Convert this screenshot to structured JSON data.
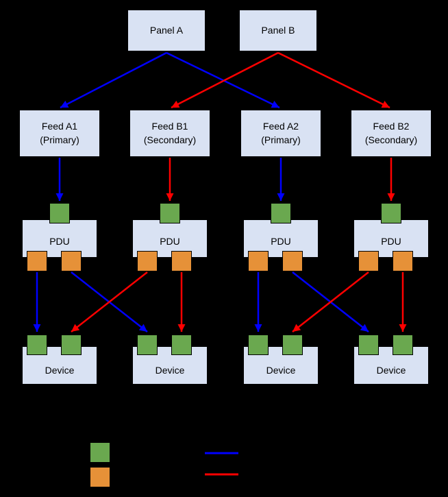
{
  "diagram": {
    "panels": [
      {
        "label": "Panel A"
      },
      {
        "label": "Panel B"
      }
    ],
    "feeds": [
      {
        "label": "Feed A1",
        "sublabel": "(Primary)"
      },
      {
        "label": "Feed B1",
        "sublabel": "(Secondary)"
      },
      {
        "label": "Feed A2",
        "sublabel": "(Primary)"
      },
      {
        "label": "Feed B2",
        "sublabel": "(Secondary)"
      }
    ],
    "pdus": [
      {
        "label": "PDU"
      },
      {
        "label": "PDU"
      },
      {
        "label": "PDU"
      },
      {
        "label": "PDU"
      }
    ],
    "devices": [
      {
        "label": "Device"
      },
      {
        "label": "Device"
      },
      {
        "label": "Device"
      },
      {
        "label": "Device"
      }
    ],
    "colors": {
      "background": "#000000",
      "box_fill": "#d9e2f3",
      "box_border": "#000000",
      "input_port_green": "#6aa84f",
      "output_port_orange": "#e69138",
      "primary_path_blue": "#0000ff",
      "secondary_path_red": "#ff0000"
    },
    "legend": {
      "swatches": [
        {
          "name": "green-port-swatch",
          "color": "#6aa84f"
        },
        {
          "name": "orange-port-swatch",
          "color": "#e69138"
        }
      ],
      "lines": [
        {
          "name": "blue-path-swatch",
          "color": "#0000ff"
        },
        {
          "name": "red-path-swatch",
          "color": "#ff0000"
        }
      ]
    }
  }
}
